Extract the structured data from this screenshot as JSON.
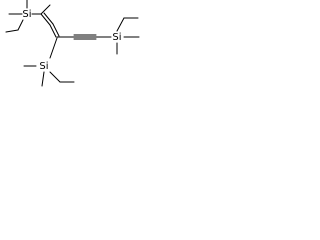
{
  "structure": {
    "atoms": {
      "si_top": "Si",
      "si_middle": "Si",
      "si_right": "Si"
    }
  }
}
